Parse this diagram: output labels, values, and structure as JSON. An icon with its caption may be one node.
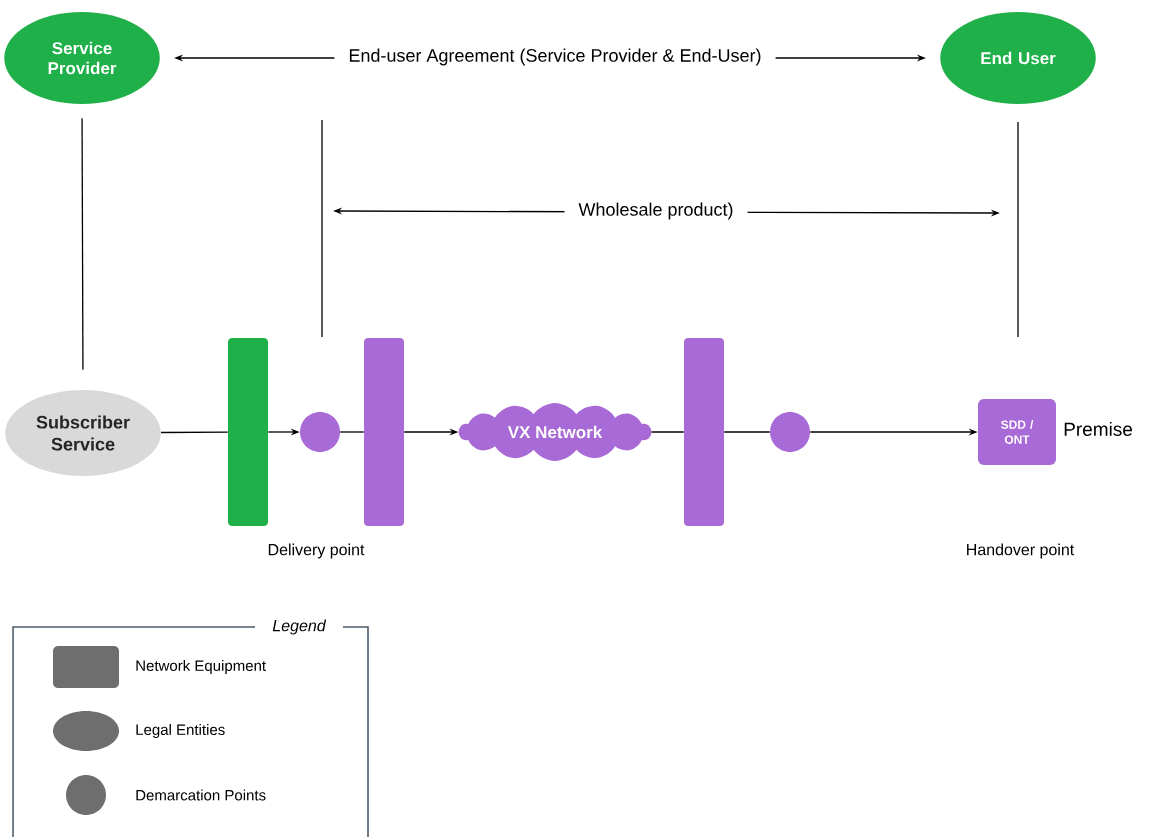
{
  "diagram": {
    "nodes": [
      {
        "text": [
          "Service Provider"
        ]
      },
      {
        "text": [
          "End User"
        ]
      },
      {
        "text": [
          "Subscriber Service"
        ]
      },
      {
        "text": [],
        "shape": "bar"
      },
      {
        "text": [],
        "shape": "circle"
      },
      {
        "text": [],
        "shape": "bar"
      },
      {
        "text": [
          "VX Network"
        ]
      },
      {
        "text": [],
        "shape": "bar"
      },
      {
        "text": [],
        "shape": "circle"
      },
      {
        "text": [
          "SDD / ONT"
        ],
        "beside": [
          "Premise"
        ]
      }
    ],
    "edges": [
      {
        "from": 0,
        "to": 1,
        "arrow": "both",
        "label": "End-user Agreement (Service Provider & End-User)"
      },
      {
        "from": 0,
        "to": 2,
        "arrow": "none"
      },
      {
        "from": 2,
        "to": 3,
        "arrow": "none"
      },
      {
        "from": 3,
        "to": 4,
        "arrow": "to"
      },
      {
        "from": 4,
        "to": 5,
        "arrow": "none"
      },
      {
        "from": 5,
        "to": 6,
        "arrow": "to"
      },
      {
        "from": 6,
        "to": 7,
        "arrow": "none"
      },
      {
        "from": 7,
        "to": 8,
        "arrow": "none"
      },
      {
        "from": 8,
        "to": 9,
        "arrow": "to"
      }
    ],
    "labels": [
      "Wholesale product)",
      "Delivery point",
      "Handover point",
      "Legend"
    ],
    "legend": [
      {
        "text": "Network Equipment"
      },
      {
        "text": "Legal Entities"
      },
      {
        "text": "Demarcation Points"
      }
    ]
  }
}
